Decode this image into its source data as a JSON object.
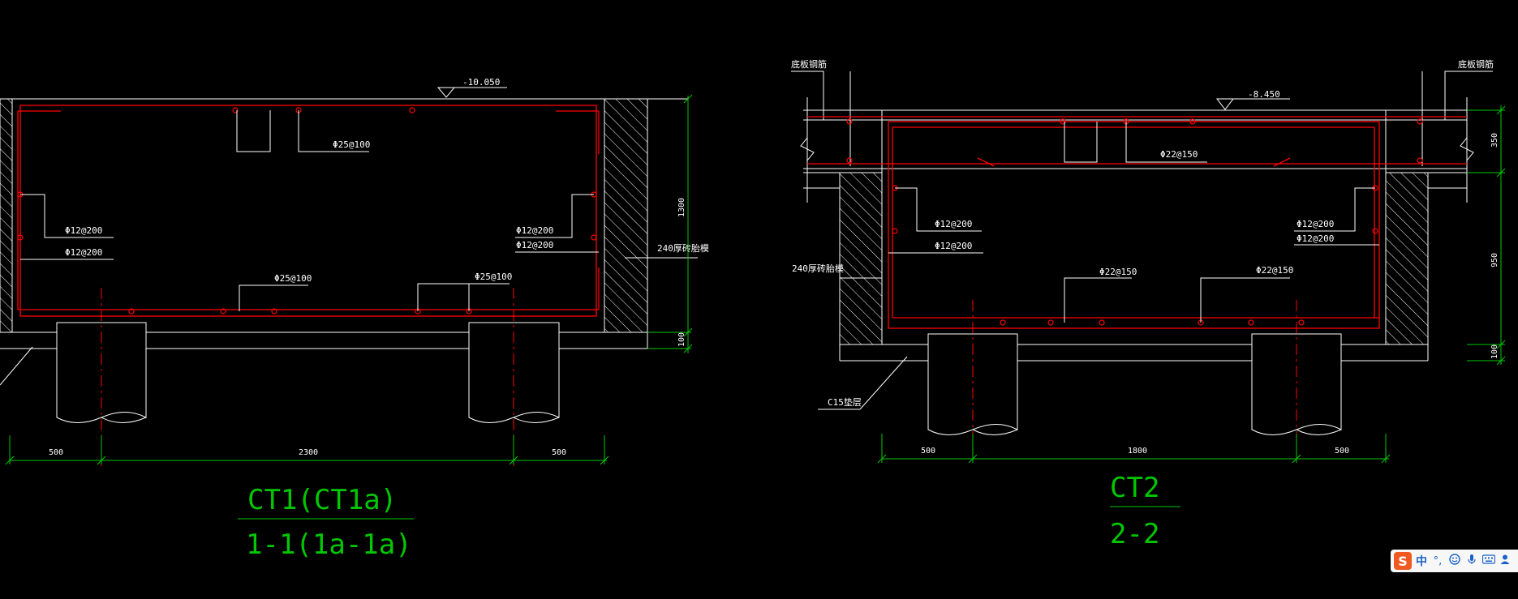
{
  "drawing1": {
    "elevation": "-10.050",
    "rebar_top": "Φ25@100",
    "rebar_left_1": "Φ12@200",
    "rebar_left_2": "Φ12@200",
    "rebar_right_1": "Φ12@200",
    "rebar_right_2": "Φ12@200",
    "rebar_bottom_1": "Φ25@100",
    "rebar_bottom_2": "Φ25@100",
    "wall_label": "240厚砖胎模",
    "dim_height": "1300",
    "dim_cushion": "100",
    "dim_left": "500",
    "dim_middle": "2300",
    "dim_right": "500",
    "title": "CT1(CT1a)",
    "section": "1-1(1a-1a)"
  },
  "drawing2": {
    "elevation": "-8.450",
    "anchor_left": "底板钢筋",
    "anchor_right": "底板钢筋",
    "rebar_top": "Φ22@150",
    "rebar_left_1": "Φ12@200",
    "rebar_left_2": "Φ12@200",
    "rebar_right_1": "Φ12@200",
    "rebar_right_2": "Φ12@200",
    "rebar_bottom_1": "Φ22@150",
    "rebar_bottom_2": "Φ22@150",
    "wall_label": "240厚砖胎模",
    "cushion_label": "C15垫层",
    "dim_top": "350",
    "dim_mid": "950",
    "dim_cushion": "100",
    "dim_left": "500",
    "dim_middle": "1800",
    "dim_right": "500",
    "title": "CT2",
    "section": "2-2"
  },
  "ime": {
    "logo": "S",
    "lang": "中",
    "punct": "°,",
    "emoji_icon": "smiley-icon",
    "voice_icon": "microphone-icon",
    "keyboard_icon": "keyboard-icon",
    "skin_icon": "user-icon"
  },
  "colors": {
    "background": "#000000",
    "outline": "#ffffff",
    "rebar": "#ff0000",
    "dimension": "#00c800",
    "title": "#00c800"
  }
}
